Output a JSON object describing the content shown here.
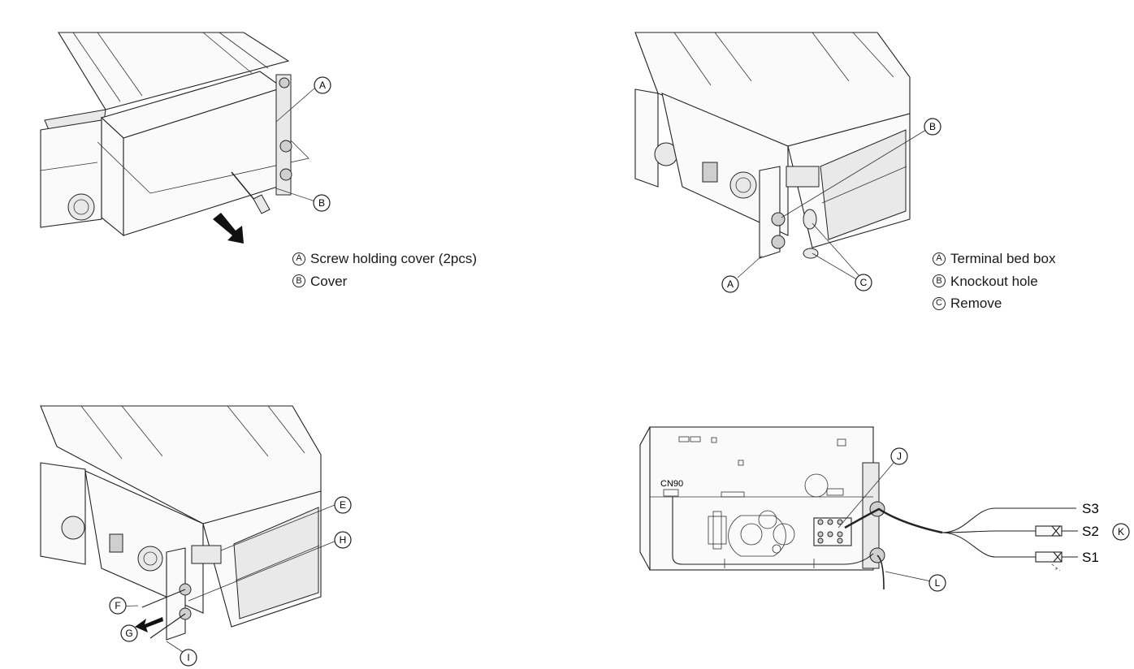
{
  "panels": {
    "top_left": {
      "markers": {
        "a": "A",
        "b": "B"
      },
      "legend": [
        {
          "marker": "A",
          "text": "Screw holding cover (2pcs)"
        },
        {
          "marker": "B",
          "text": "Cover"
        }
      ]
    },
    "top_right": {
      "markers": {
        "a": "A",
        "b": "B",
        "c": "C"
      },
      "legend": [
        {
          "marker": "A",
          "text": "Terminal bed box"
        },
        {
          "marker": "B",
          "text": "Knockout hole"
        },
        {
          "marker": "C",
          "text": "Remove"
        }
      ]
    },
    "bottom_left": {
      "markers": {
        "e": "E",
        "f": "F",
        "g": "G",
        "h": "H",
        "i": "I"
      }
    },
    "bottom_right": {
      "connector": "CN90",
      "markers": {
        "j": "J",
        "k": "K",
        "l": "L"
      },
      "wires": {
        "s1": "S1",
        "s2": "S2",
        "s3": "S3"
      }
    }
  }
}
